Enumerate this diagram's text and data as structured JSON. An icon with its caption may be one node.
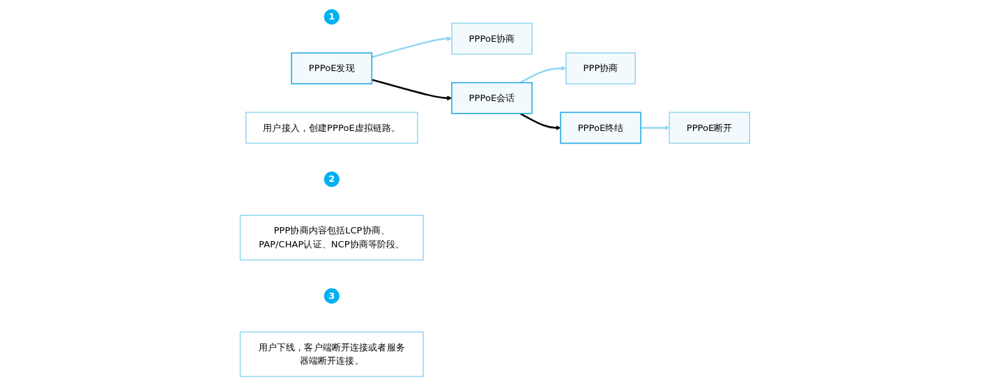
{
  "diagram": {
    "nodes": [
      {
        "text": [
          "1"
        ]
      },
      {
        "text": [
          "PPPoE发现"
        ]
      },
      {
        "text": [
          "PPPoE协商"
        ]
      },
      {
        "text": [
          "用户接入，创建PPPoE虚拟链路。"
        ]
      },
      {
        "text": [
          "2"
        ]
      },
      {
        "text": [
          "PPPoE会话"
        ]
      },
      {
        "text": [
          "PPP协商"
        ]
      },
      {
        "text": [
          "PPP协商内容包括LCP协商、PAP/CHAP认证、NCP协商等阶段。"
        ]
      },
      {
        "text": [
          "3"
        ]
      },
      {
        "text": [
          "PPPoE终结"
        ]
      },
      {
        "text": [
          "PPPoE断开"
        ]
      },
      {
        "text": [
          "用户下线，客户端断开连接或者服务器端断开连接。"
        ]
      }
    ],
    "edges": [
      {
        "from": 1,
        "to": 2,
        "arrow": "to"
      },
      {
        "from": 1,
        "to": 5,
        "arrow": "to",
        "color": "#000000"
      },
      {
        "from": 5,
        "to": 6,
        "arrow": "to"
      },
      {
        "from": 5,
        "to": 9,
        "arrow": "to",
        "color": "#000000"
      },
      {
        "from": 9,
        "to": 10,
        "arrow": "to"
      }
    ]
  }
}
